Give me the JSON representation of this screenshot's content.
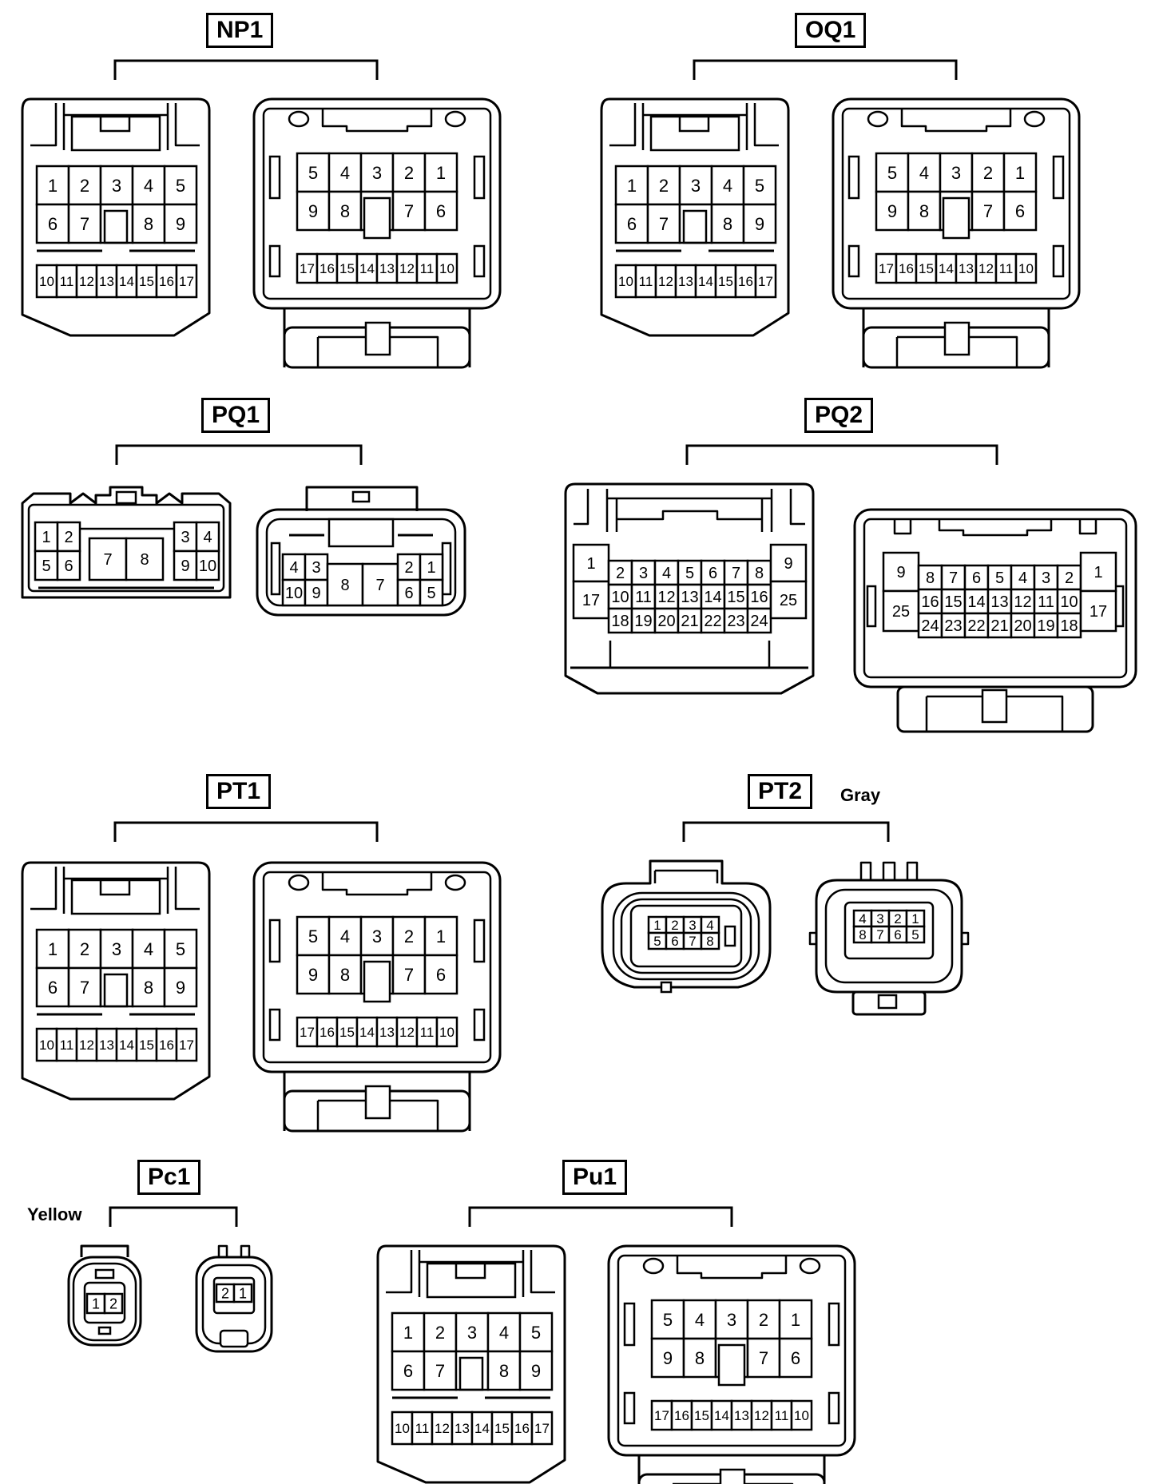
{
  "connectors": [
    {
      "id": "NP1"
    },
    {
      "id": "OQ1"
    },
    {
      "id": "PQ1"
    },
    {
      "id": "PQ2"
    },
    {
      "id": "PT1"
    },
    {
      "id": "PT2",
      "note": "Gray"
    },
    {
      "id": "Pc1",
      "note": "Yellow"
    },
    {
      "id": "Pu1"
    }
  ],
  "pins": {
    "pin17_male": {
      "top": [
        "1",
        "2",
        "3",
        "4",
        "5"
      ],
      "mid": [
        "6",
        "7",
        "",
        "8",
        "9"
      ],
      "bottom": [
        "10",
        "11",
        "12",
        "13",
        "14",
        "15",
        "16",
        "17"
      ]
    },
    "pin17_female": {
      "top": [
        "5",
        "4",
        "3",
        "2",
        "1"
      ],
      "mid": [
        "9",
        "8",
        "",
        "7",
        "6"
      ],
      "bottom": [
        "17",
        "16",
        "15",
        "14",
        "13",
        "12",
        "11",
        "10"
      ]
    },
    "pin10_male": {
      "left": [
        "1",
        "2",
        "5",
        "6"
      ],
      "center": [
        "7",
        "8"
      ],
      "right": [
        "3",
        "4",
        "9",
        "10"
      ]
    },
    "pin10_female": {
      "left": [
        "4",
        "3",
        "10",
        "9"
      ],
      "center": [
        "8",
        "7"
      ],
      "right": [
        "2",
        "1",
        "6",
        "5"
      ]
    },
    "pin25_male": {
      "left": [
        "1",
        "17"
      ],
      "row1": [
        "2",
        "3",
        "4",
        "5",
        "6",
        "7",
        "8"
      ],
      "row2": [
        "10",
        "11",
        "12",
        "13",
        "14",
        "15",
        "16"
      ],
      "row3": [
        "18",
        "19",
        "20",
        "21",
        "22",
        "23",
        "24"
      ],
      "right": [
        "9",
        "25"
      ]
    },
    "pin25_female": {
      "left": [
        "9",
        "25"
      ],
      "row1": [
        "8",
        "7",
        "6",
        "5",
        "4",
        "3",
        "2"
      ],
      "row2": [
        "16",
        "15",
        "14",
        "13",
        "12",
        "11",
        "10"
      ],
      "row3": [
        "24",
        "23",
        "22",
        "21",
        "20",
        "19",
        "18"
      ],
      "right": [
        "1",
        "17"
      ]
    },
    "pin8_male": {
      "row1": [
        "1",
        "2",
        "3",
        "4"
      ],
      "row2": [
        "5",
        "6",
        "7",
        "8"
      ]
    },
    "pin8_female": {
      "row1": [
        "4",
        "3",
        "2",
        "1"
      ],
      "row2": [
        "8",
        "7",
        "6",
        "5"
      ]
    },
    "pin2_male": [
      "1",
      "2"
    ],
    "pin2_female": [
      "2",
      "1"
    ]
  }
}
